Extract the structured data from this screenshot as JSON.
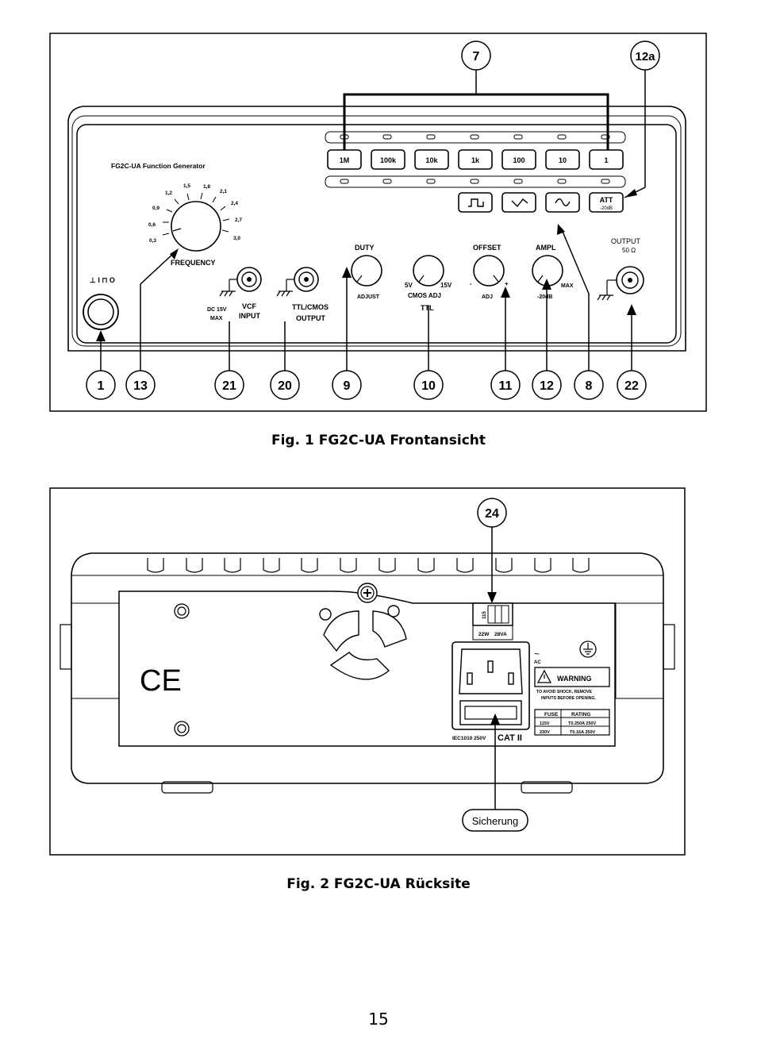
{
  "fig1": {
    "caption": "Fig. 1  FG2C-UA Frontansicht",
    "panel_title": "FG2C-UA Function Generator",
    "freq_buttons": [
      "1M",
      "100k",
      "10k",
      "1k",
      "100",
      "10",
      "1"
    ],
    "att_label": "ATT",
    "att_sub": "-20dB",
    "freq_ticks": [
      "0,3",
      "0,6",
      "0,9",
      "1,2",
      "1,5",
      "1,8",
      "2,1",
      "2,4",
      "2,7",
      "3,0"
    ],
    "labels": {
      "frequency": "FREQUENCY",
      "duty": "DUTY",
      "duty_sub": "ADJUST",
      "offset": "OFFSET",
      "offset_sub": "ADJ",
      "ampl": "AMPL",
      "ampl_sub": "-20dB",
      "ampl_max": "MAX",
      "cmos_left": "5V",
      "cmos_right": "15V",
      "cmos_adj": "CMOS ADJ",
      "ttl": "TTL",
      "vcf_1": "VCF",
      "vcf_2": "INPUT",
      "vcf_dc_1": "DC 15V",
      "vcf_dc_2": "MAX",
      "ttl_out_1": "TTL/CMOS",
      "ttl_out_2": "OUTPUT",
      "output_1": "OUTPUT",
      "output_2": "50 Ω",
      "power": "⊥ I ⊓ O"
    },
    "callouts_bottom": [
      "1",
      "13",
      "21",
      "20",
      "9",
      "10",
      "11",
      "12",
      "8",
      "22"
    ],
    "callouts_top": [
      "7",
      "12a"
    ]
  },
  "fig2": {
    "caption": "Fig. 2  FG2C-UA Rücksite",
    "callout_24": "24",
    "sicherung": "Sicherung",
    "ce_mark": "CE",
    "switch_voltage": "115",
    "switch_rating_1": "22W",
    "switch_rating_2": "28VA",
    "ac_label": "AC",
    "warning_title": "WARNING",
    "warning_text_1": "TO AVOID SHOCK, REMOVE",
    "warning_text_2": "INPUTS BEFORE OPENING.",
    "fuse_header": [
      "FUSE",
      "RATING"
    ],
    "fuse_rows": [
      [
        "115V",
        "T0.250A 250V"
      ],
      [
        "230V",
        "T0.16A 250V"
      ]
    ],
    "iec_text": "IEC1010  250V",
    "cat_text": "CAT II"
  },
  "page_number": "15"
}
